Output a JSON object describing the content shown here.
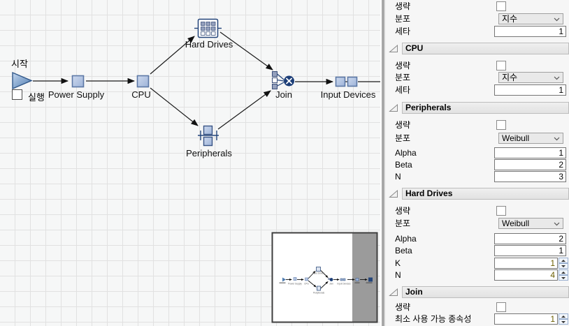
{
  "diagram": {
    "start_label": "시작",
    "run_label": "실행",
    "nodes": {
      "power_supply": "Power Supply",
      "cpu": "CPU",
      "hard_drives": "Hard Drives",
      "peripherals": "Peripherals",
      "join": "Join",
      "input_devices": "Input Devices"
    }
  },
  "panel": {
    "sections": [
      {
        "header": null,
        "rows": [
          {
            "type": "checkbox",
            "label": "생략",
            "checked": false
          },
          {
            "type": "dropdown",
            "label": "분포",
            "value": "지수"
          },
          {
            "type": "field",
            "label": "세타",
            "value": "1"
          }
        ]
      },
      {
        "header": "CPU",
        "rows": [
          {
            "type": "checkbox",
            "label": "생략",
            "checked": false
          },
          {
            "type": "dropdown",
            "label": "분포",
            "value": "지수"
          },
          {
            "type": "field",
            "label": "세타",
            "value": "1"
          }
        ]
      },
      {
        "header": "Peripherals",
        "rows": [
          {
            "type": "checkbox",
            "label": "생략",
            "checked": false
          },
          {
            "type": "dropdown",
            "label": "분포",
            "value": "Weibull"
          },
          {
            "type": "field",
            "label": "Alpha",
            "value": "1"
          },
          {
            "type": "field",
            "label": "Beta",
            "value": "2"
          },
          {
            "type": "field",
            "label": "N",
            "value": "3"
          }
        ]
      },
      {
        "header": "Hard Drives",
        "rows": [
          {
            "type": "checkbox",
            "label": "생략",
            "checked": false
          },
          {
            "type": "dropdown",
            "label": "분포",
            "value": "Weibull"
          },
          {
            "type": "field",
            "label": "Alpha",
            "value": "2"
          },
          {
            "type": "field",
            "label": "Beta",
            "value": "1"
          },
          {
            "type": "spinner",
            "label": "K",
            "value": "1"
          },
          {
            "type": "spinner",
            "label": "N",
            "value": "4"
          }
        ]
      },
      {
        "header": "Join",
        "rows": [
          {
            "type": "checkbox",
            "label": "생략",
            "checked": false
          },
          {
            "type": "spinner",
            "label": "최소 사용 가능 종속성",
            "value": "1"
          }
        ]
      }
    ]
  },
  "colors": {
    "node_fill_light": "#cdd9ee",
    "node_fill_dark": "#9db3d8",
    "node_border": "#5c78a6",
    "accent_navy": "#1c3e78",
    "icon_navy": "#24457a",
    "grid_line": "#e1e1e1",
    "canvas_bg": "#f6f7f7",
    "panel_bg": "#f6f6f6",
    "header_bg": "#e8e8e8",
    "spinner_value": "#6b5d00",
    "minimap_gray": "#9b9b9b"
  }
}
